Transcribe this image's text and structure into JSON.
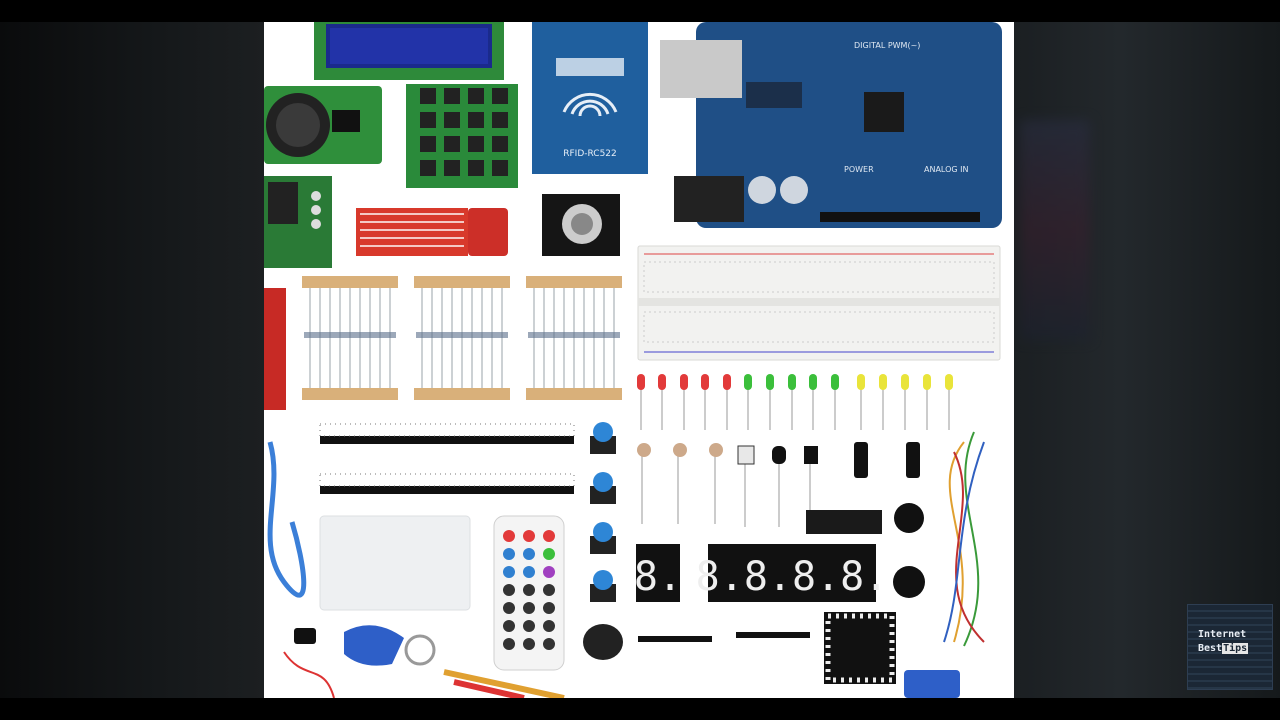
{
  "image": {
    "subject": "arduino-starter-kit-components",
    "board_silkscreen": {
      "digital": "DIGITAL PWM(~)",
      "power": "POWER",
      "analog": "ANALOG IN"
    },
    "rfid_label": "RFID-RC522",
    "seven_seg_single": "8.",
    "seven_seg_quad": "8.8.8.8."
  },
  "watermark": {
    "line1": "Internet",
    "line2a": "Best",
    "line2b": "Tips"
  },
  "colors": {
    "arduino_blue": "#1f4f86",
    "breadboard": "#f2f2f0",
    "pcb_green": "#2a8a3a",
    "led_red": "#e23a3a",
    "led_green": "#3bbf3b",
    "led_yellow": "#e9e43a"
  }
}
